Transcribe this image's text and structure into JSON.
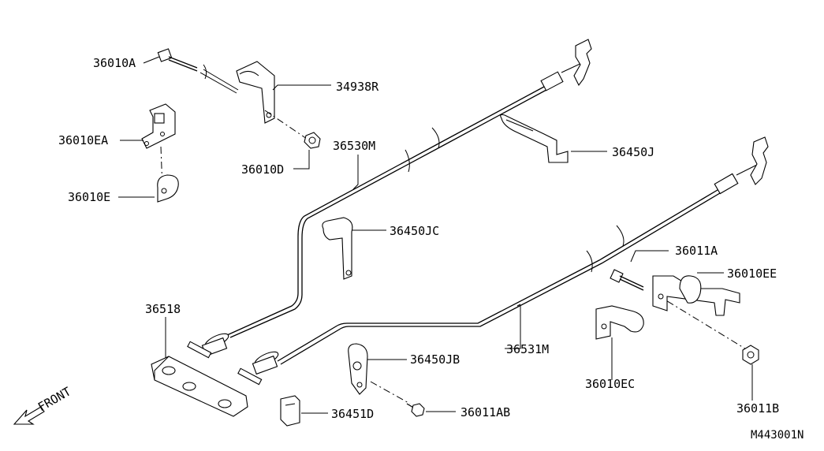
{
  "diagram": {
    "part_labels": {
      "p36010A": "36010A",
      "p34938R": "34938R",
      "p36010EA": "36010EA",
      "p36530M": "36530M",
      "p36450J": "36450J",
      "p36010D": "36010D",
      "p36010E": "36010E",
      "p36450JC": "36450JC",
      "p36011A": "36011A",
      "p36010EE": "36010EE",
      "p36518": "36518",
      "p36450JB": "36450JB",
      "p36531M": "36531M",
      "p36010EC": "36010EC",
      "p36451D": "36451D",
      "p36011AB": "36011AB",
      "p36011B": "36011B"
    },
    "front_label": "FRONT",
    "diagram_code": "M443001N"
  }
}
